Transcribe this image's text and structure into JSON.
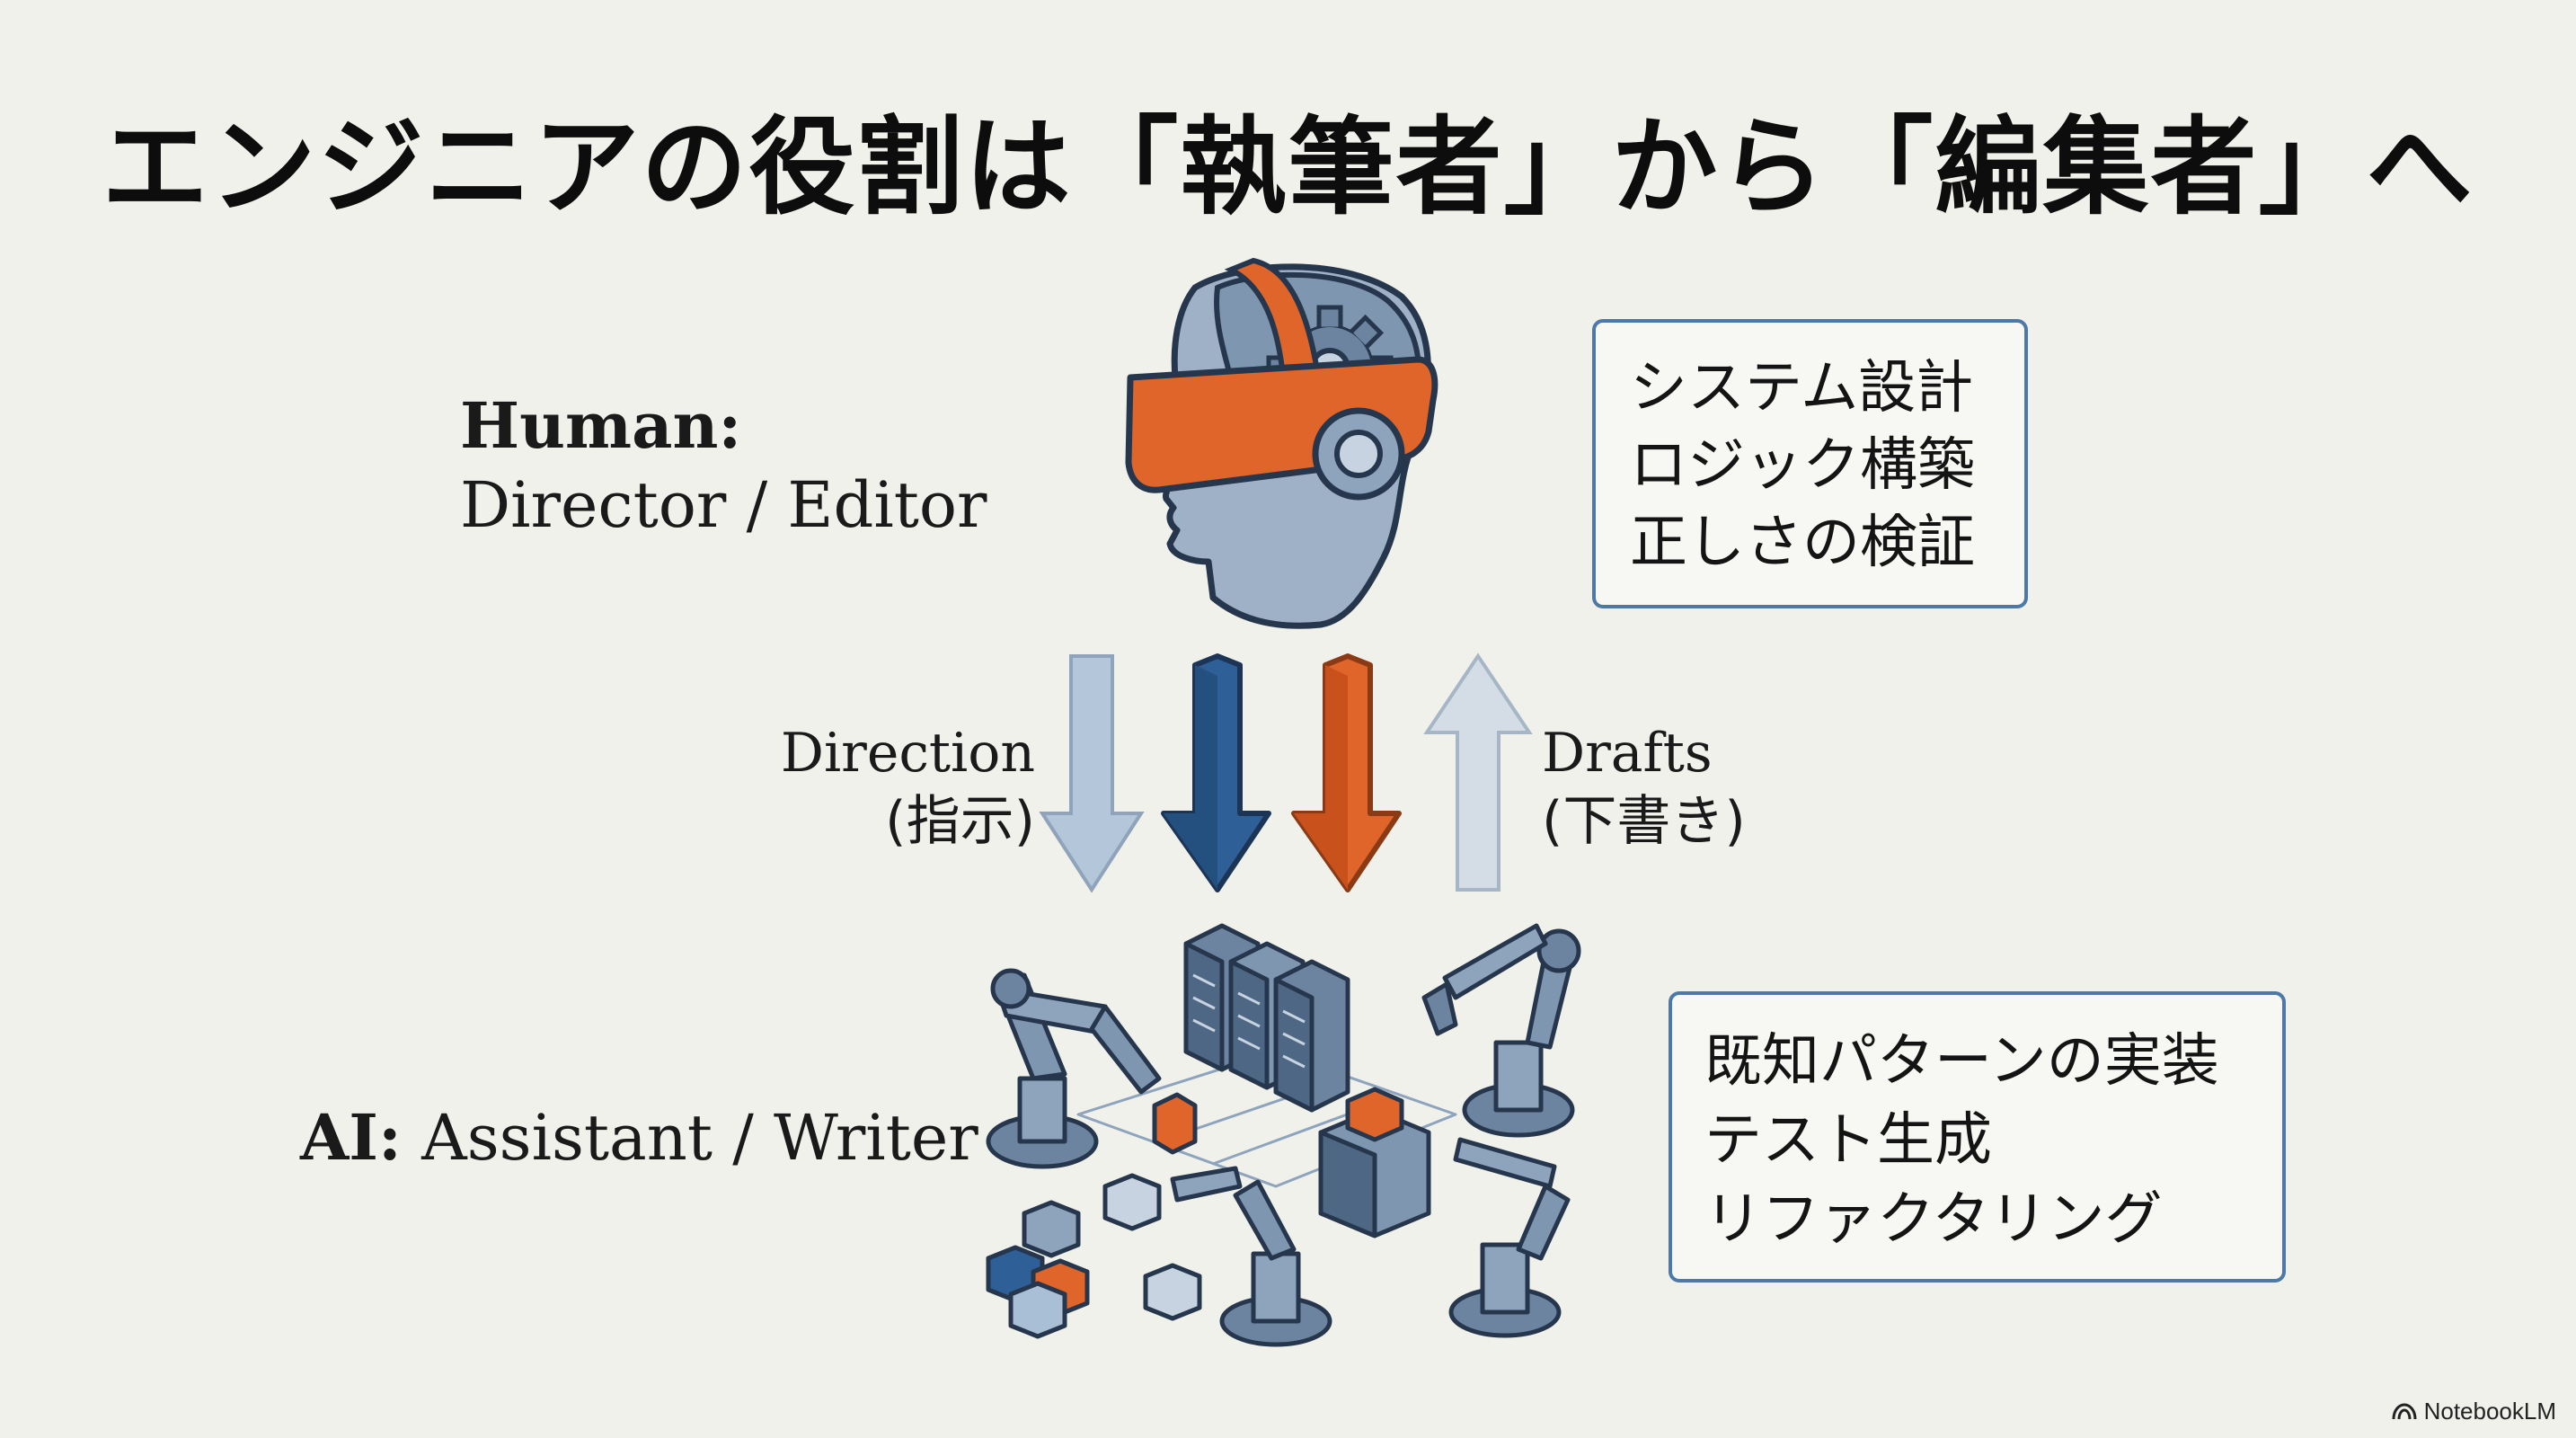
{
  "title": "エンジニアの役割は「執筆者」から「編集者」へ",
  "human": {
    "label_strong": "Human:",
    "label_rest": "Director / Editor"
  },
  "ai": {
    "label_strong": "AI:",
    "label_rest": "Assistant / Writer"
  },
  "flows": {
    "direction_en": "Direction",
    "direction_ja": "(指示)",
    "drafts_en": "Drafts",
    "drafts_ja": "(下書き)"
  },
  "human_tasks": [
    "システム設計",
    "ロジック構築",
    "正しさの検証"
  ],
  "ai_tasks": [
    "既知パターンの実装",
    "テスト生成",
    "リファクタリング"
  ],
  "brand": "NotebookLM",
  "colors": {
    "accent_blue": "#2f5f97",
    "accent_orange": "#e0652a",
    "light_blue": "#a9bfd6",
    "box_border": "#4d79a8",
    "background": "#f1f1ec"
  }
}
